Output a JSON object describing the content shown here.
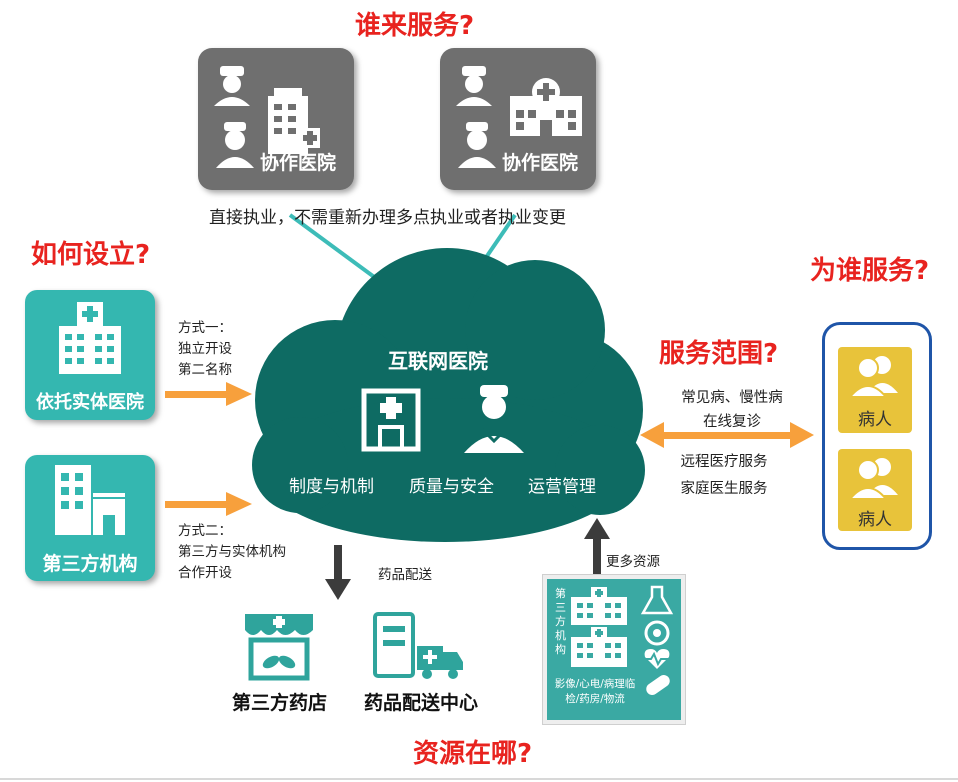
{
  "questions": {
    "who_serves": "谁来服务?",
    "how_setup": "如何设立?",
    "serve_whom": "为谁服务?",
    "scope": "服务范围?",
    "resources": "资源在哪?"
  },
  "collab_hospitals": [
    {
      "label": "协作医院"
    },
    {
      "label": "协作医院"
    }
  ],
  "collab_note": "直接执业，不需重新办理多点执业或者执业变更",
  "cloud": {
    "title": "互联网医院",
    "items": [
      "制度与机制",
      "质量与安全",
      "运营管理"
    ]
  },
  "setup": {
    "entity_hospital": "依托实体医院",
    "third_party": "第三方机构",
    "method1": [
      "方式一：",
      "独立开设",
      "第二名称"
    ],
    "method2": [
      "方式二：",
      "第三方与实体机构",
      "合作开设"
    ]
  },
  "patients": [
    "病人",
    "病人"
  ],
  "services": {
    "top": [
      "常见病、慢性病",
      "在线复诊"
    ],
    "bottom": [
      "远程医疗服务",
      "家庭医生服务"
    ]
  },
  "drug": {
    "label": "药品配送",
    "pharmacy": "第三方药店",
    "center": "药品配送中心"
  },
  "more_resources": "更多资源",
  "resource_card": {
    "side_text": [
      "第",
      "三",
      "方",
      "机",
      "构"
    ],
    "bottom_text": [
      "影像/心电/病理临",
      "检/药房/物流"
    ]
  },
  "colors": {
    "question_red": "#e8231f",
    "cloud": "#0e6b63",
    "teal": "#34b7b0",
    "orange_arrow": "#f7a03c",
    "patient_yellow": "#e8c33a",
    "frame_blue": "#1f55a8",
    "gray_card": "#6f6f6f"
  }
}
